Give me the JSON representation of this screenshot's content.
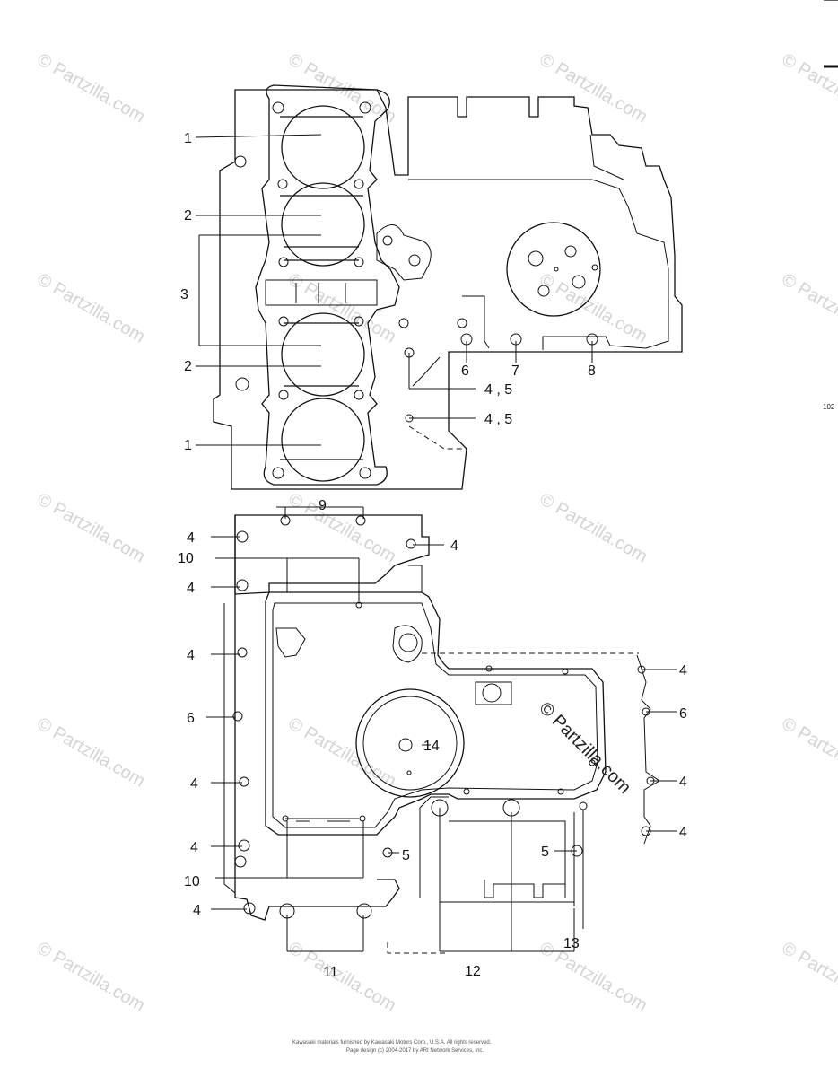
{
  "watermark": "© Partzilla.com",
  "page_number": "102",
  "footer": {
    "line1": "Kawasaki materials furnished by Kawasaki Motors Corp., U.S.A. All rights reserved.",
    "line2": "Page design (c) 2004-2017 by ARI Network Services, Inc."
  },
  "callouts": {
    "c1a": "1",
    "c1b": "1",
    "c2a": "2",
    "c2b": "2",
    "c3": "3",
    "c45a": "4 , 5",
    "c45b": "4 , 5",
    "c6a": "6",
    "c7": "7",
    "c8": "8",
    "c9": "9",
    "c4_l1": "4",
    "c4_l2": "4",
    "c4_l3": "4",
    "c4_l4": "4",
    "c4_l5": "4",
    "c4_l6": "4",
    "c4_top": "4",
    "c10a": "10",
    "c10b": "10",
    "c6_left": "6",
    "c14": "14",
    "c5_mid": "5",
    "c5_right": "5",
    "c4_r1": "4",
    "c6_right": "6",
    "c4_r2": "4",
    "c4_r3": "4",
    "c11": "11",
    "c12": "12",
    "c13": "13"
  }
}
